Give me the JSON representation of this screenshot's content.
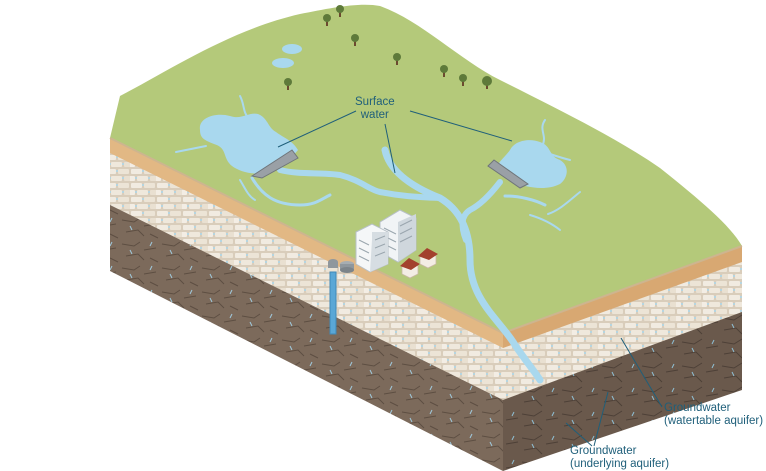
{
  "labels": {
    "surface_water": [
      "Surface",
      "water"
    ],
    "groundwater_watertable": [
      "Groundwater",
      "(watertable aquifer)"
    ],
    "groundwater_underlying": [
      "Groundwater",
      "(underlying aquifer)"
    ]
  },
  "colors": {
    "land": "#b4c97a",
    "water": "#a9d8ee",
    "sand": "#e2b884",
    "aquifer": "#ddd2c0",
    "bedrock": "#7a6758",
    "label": "#1f5f7a"
  },
  "icons": [
    "tree-icon",
    "dam-icon",
    "city-building-icon",
    "house-icon",
    "water-tower-icon",
    "well-pipe-icon"
  ]
}
